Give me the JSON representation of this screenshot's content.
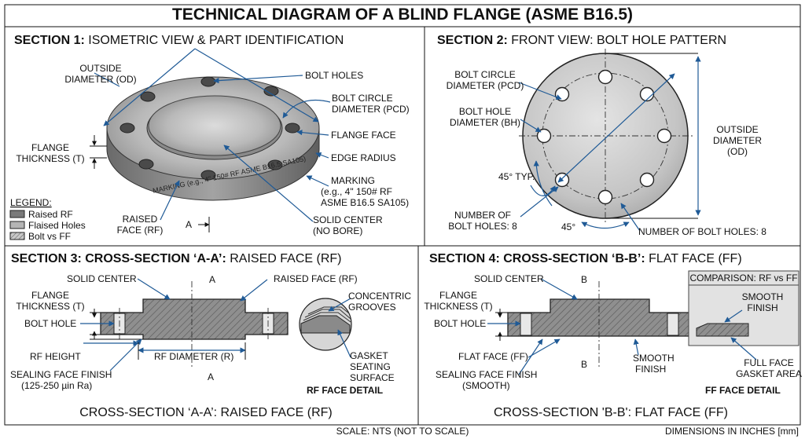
{
  "title": "TECHNICAL DIAGRAM OF A BLIND FLANGE (ASME B16.5)",
  "section1": {
    "heading_bold": "SECTION 1:",
    "heading_rest": " ISOMETRIC VIEW & PART IDENTIFICATION",
    "labels": {
      "outside_diameter": [
        "OUTSIDE",
        "DIAMETER (OD)"
      ],
      "flange_thickness": [
        "FLANGE",
        "THICKNESS (T)"
      ],
      "bolt_holes": "BOLT HOLES",
      "bolt_circle": [
        "BOLT CIRCLE",
        "DIAMETER (PCD)"
      ],
      "flange_face": "FLANGE FACE",
      "edge_radius": "EDGE RADIUS",
      "marking_label": [
        "MARKING",
        "(e.g., 4\" 150# RF",
        "ASME B16.5 SA105)"
      ],
      "solid_center": [
        "SOLID CENTER",
        "(NO BORE)"
      ],
      "raised_face": [
        "RAISED",
        "FACE (RF)"
      ],
      "section_a": "A",
      "marking_engraved": "MARKING (e.g., 4\" 150# RF ASME B16.5 SA105)"
    },
    "legend": {
      "title": "LEGEND:",
      "items": [
        "Raised RF",
        "Flaised Holes",
        "Bolt vs FF"
      ]
    }
  },
  "section2": {
    "heading_bold": "SECTION 2:",
    "heading_rest": " FRONT VIEW: BOLT HOLE PATTERN",
    "labels": {
      "bolt_circle": [
        "BOLT CIRCLE",
        "DIAMETER (PCD)"
      ],
      "bolt_hole_diameter": [
        "BOLT HOLE",
        "DIAMETER (BH)"
      ],
      "angle_typ": "45° TYP.",
      "number_left": [
        "NUMBER OF",
        "BOLT HOLES: 8"
      ],
      "angle_bottom": "45°",
      "number_right": "NUMBER OF BOLT HOLES: 8",
      "outside_diameter": [
        "OUTSIDE",
        "DIAMETER",
        "(OD)"
      ]
    }
  },
  "section3": {
    "heading_bold": "SECTION 3: CROSS-SECTION ‘A-A’:",
    "heading_rest": " RAISED FACE (RF)",
    "labels": {
      "solid_center": "SOLID CENTER",
      "raised_face": "RAISED FACE (RF)",
      "section_a_top": "A",
      "section_a_bottom": "A",
      "flange_thickness": [
        "FLANGE",
        "THICKNESS (T)"
      ],
      "bolt_hole": "BOLT HOLE",
      "rf_height": "RF HEIGHT",
      "sealing": [
        "SEALING FACE FINISH",
        "(125-250 µin Ra)"
      ],
      "rf_diameter": "RF DIAMETER (R)",
      "grooves": [
        "CONCENTRIC",
        "GROOVES"
      ],
      "gasket": [
        "GASKET",
        "SEATING",
        "SURFACE"
      ],
      "detail_caption": "RF FACE DETAIL"
    },
    "caption": "CROSS-SECTION ‘A-A’: RAISED FACE (RF)"
  },
  "section4": {
    "heading_bold": "SECTION 4: CROSS-SECTION ‘B-B’:",
    "heading_rest": " FLAT FACE (FF)",
    "labels": {
      "solid_center": "SOLID CENTER",
      "section_b_top": "B",
      "section_b_bottom": "B",
      "flange_thickness": [
        "FLANGE",
        "THICKNESS (T)"
      ],
      "bolt_hole": "BOLT HOLE",
      "flat_face": "FLAT FACE (FF)",
      "sealing": [
        "SEALING FACE FINISH",
        "(SMOOTH)"
      ],
      "smooth_finish_bottom": [
        "SMOOTH",
        "FINISH"
      ],
      "comparison_title": "COMPARISON: RF vs FF",
      "smooth_finish_box": [
        "SMOOTH",
        "FINISH"
      ],
      "full_face": [
        "FULL FACE",
        "GASKET AREA"
      ],
      "detail_caption": "FF FACE DETAIL"
    },
    "caption": "CROSS-SECTION 'B-B': FLAT FACE (FF)"
  },
  "footer": {
    "scale": "SCALE: NTS (NOT TO SCALE)",
    "units": "DIMENSIONS IN INCHES [mm]"
  },
  "colors": {
    "leader": "#1f5a96",
    "metal": "#9a9a9a",
    "metal_dark": "#6f6f6f",
    "hatch": "#555555"
  }
}
